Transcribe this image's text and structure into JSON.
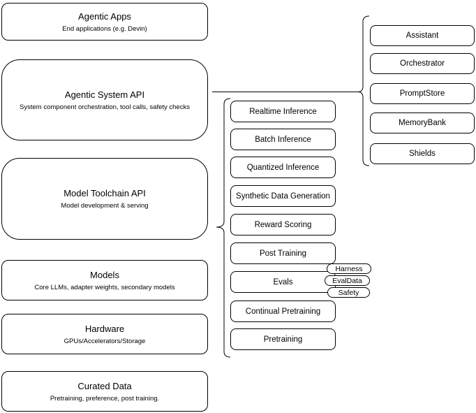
{
  "colors": {
    "stroke": "#000000",
    "background": "#ffffff",
    "text": "#000000"
  },
  "stack": [
    {
      "title": "Agentic Apps",
      "subtitle": "End applications (e.g. Devin)"
    },
    {
      "title": "Agentic System API",
      "subtitle": "System component orchestration, tool calls, safety checks"
    },
    {
      "title": "Model Toolchain API",
      "subtitle": "Model development & serving"
    },
    {
      "title": "Models",
      "subtitle": "Core LLMs, adapter weights, secondary models"
    },
    {
      "title": "Hardware",
      "subtitle": "GPUs/Accelerators/Storage"
    },
    {
      "title": "Curated Data",
      "subtitle": "Pretraining, preference, post training."
    }
  ],
  "toolchain": {
    "items": [
      "Realtime Inference",
      "Batch Inference",
      "Quantized Inference",
      "Synthetic Data Generation",
      "Reward Scoring",
      "Post Training",
      "Evals",
      "Continual Pretraining",
      "Pretraining"
    ]
  },
  "evals_tags": [
    "Harness",
    "EvalData",
    "Safety"
  ],
  "system_components": [
    "Assistant",
    "Orchestrator",
    "PromptStore",
    "MemoryBank",
    "Shields"
  ]
}
